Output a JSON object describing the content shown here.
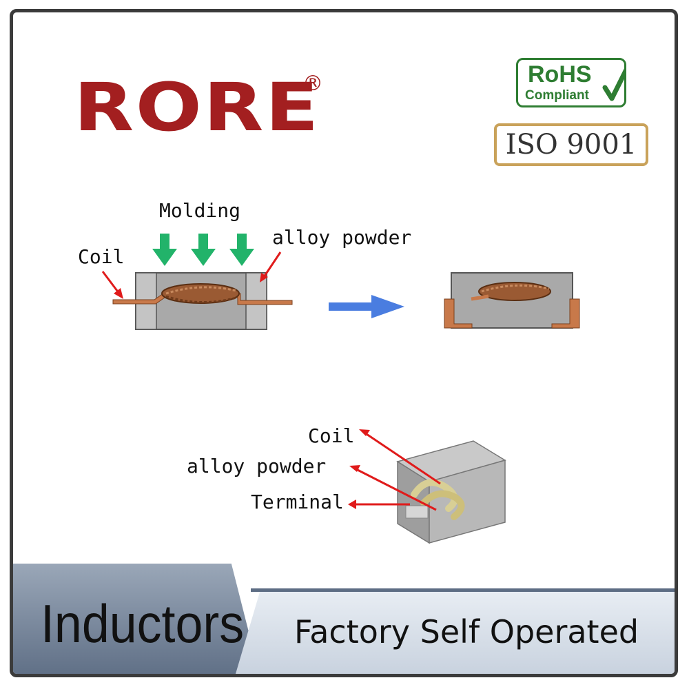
{
  "brand": {
    "name": "RORE",
    "registered": "®"
  },
  "certifications": {
    "rohs_title": "RoHS",
    "rohs_subtitle": "Compliant",
    "iso": "ISO 9001"
  },
  "diagram_top": {
    "molding": "Molding",
    "coil": "Coil",
    "alloy_powder": "alloy powder"
  },
  "diagram_bottom": {
    "coil": "Coil",
    "alloy_powder": "alloy powder",
    "terminal": "Terminal"
  },
  "footer": {
    "title": "Inductors",
    "tagline": "Factory Self Operated"
  },
  "colors": {
    "brand_red": "#a31f20",
    "rohs_green": "#2e7d32",
    "iso_gold": "#c9a25a",
    "arrow_green": "#22b36a",
    "arrow_blue": "#4a7de0",
    "annotation_red": "#e01b1b",
    "copper": "#c8794a",
    "body_gray": "#a9a9a9"
  }
}
